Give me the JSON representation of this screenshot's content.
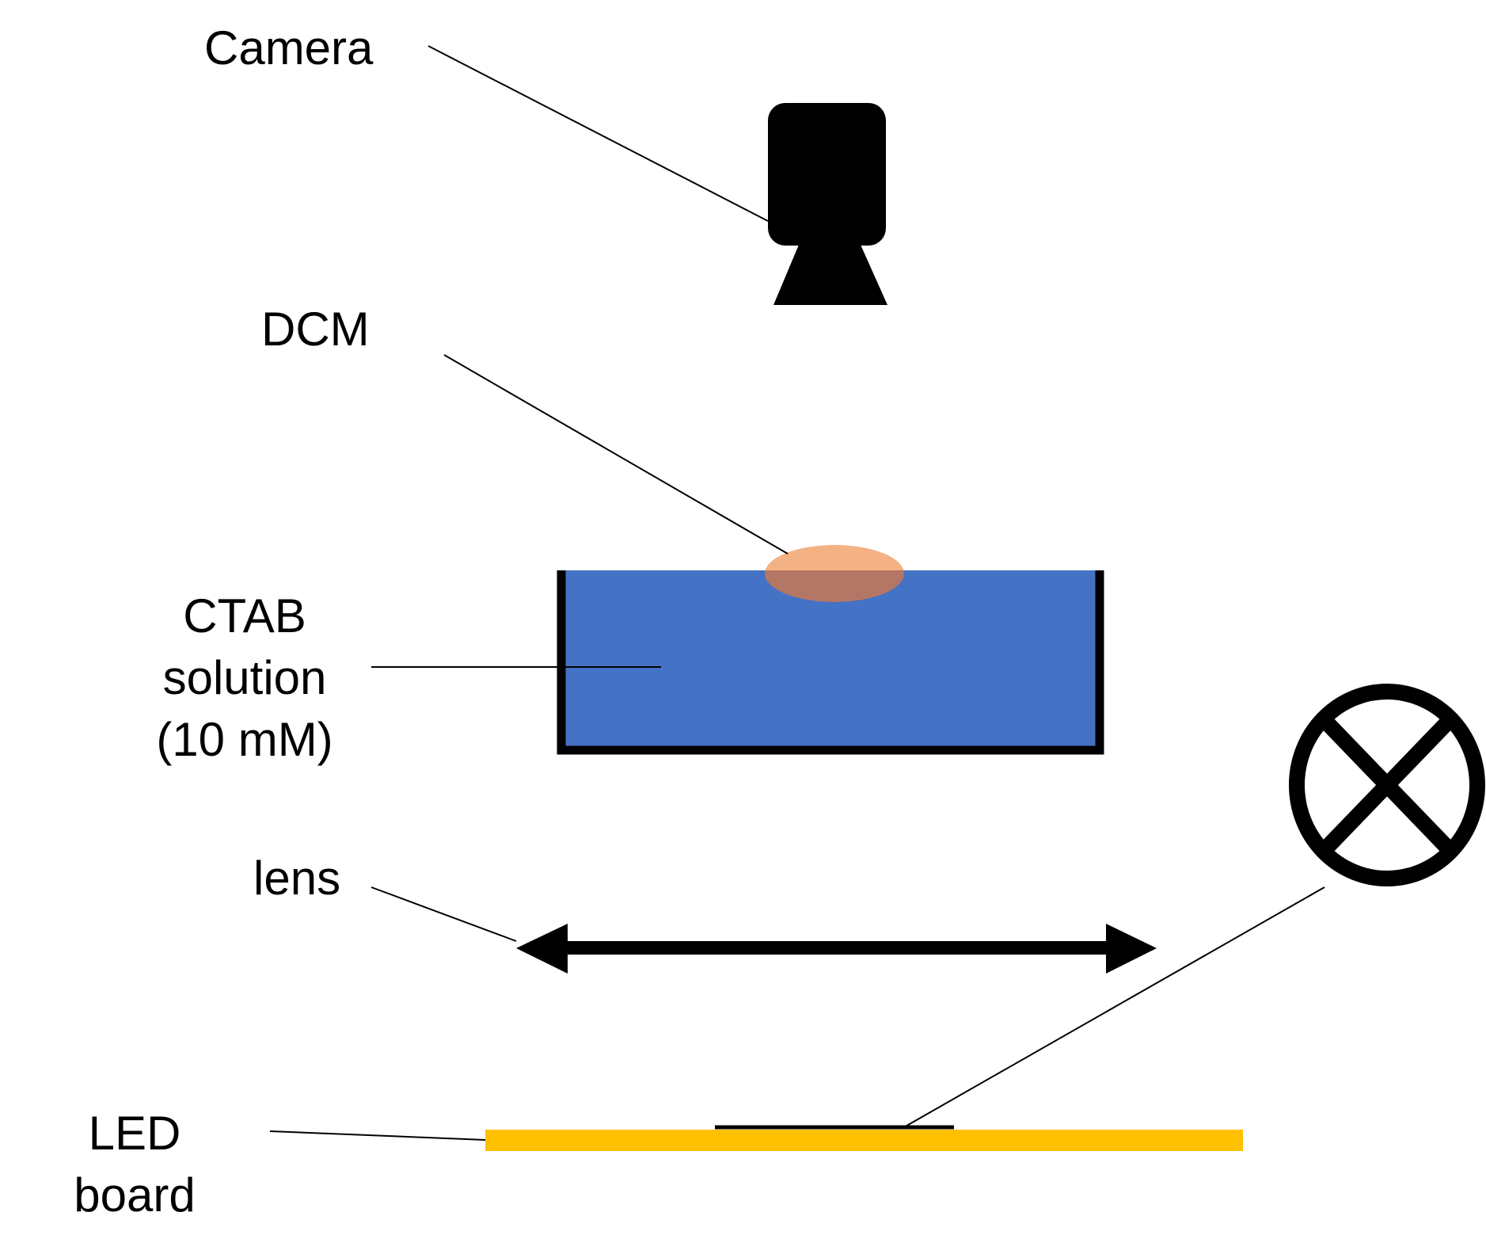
{
  "labels": {
    "camera": "Camera",
    "dcm": "DCM",
    "ctab_line1": "CTAB",
    "ctab_line2": "solution",
    "ctab_line3": "(10 mM)",
    "lens": "lens",
    "led_line1": "LED",
    "led_line2": "board"
  },
  "icons": {
    "camera": "camera-icon",
    "lens": "double-headed-arrow-icon",
    "lamp": "lamp-symbol-icon"
  },
  "colors": {
    "solution": "#4472C4",
    "dcm_droplet": "#F4B183",
    "dcm_submerged": "#B47765",
    "led_board": "#FFC000",
    "outline": "#000000",
    "background": "#FFFFFF"
  }
}
